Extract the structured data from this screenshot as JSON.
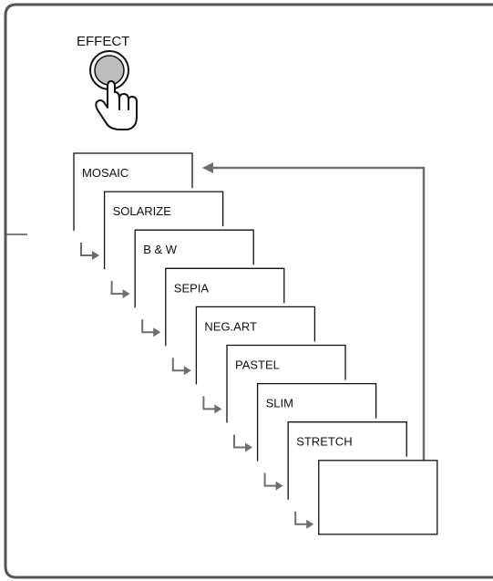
{
  "button": {
    "label": "EFFECT"
  },
  "effects": [
    "MOSAIC",
    "SOLARIZE",
    "B & W",
    "SEPIA",
    "NEG.ART",
    "PASTEL",
    "SLIM",
    "STRETCH",
    ""
  ],
  "colors": {
    "frame": "#555555",
    "button_fill": "#bdbdbd",
    "arrow": "#6e6e6e"
  }
}
